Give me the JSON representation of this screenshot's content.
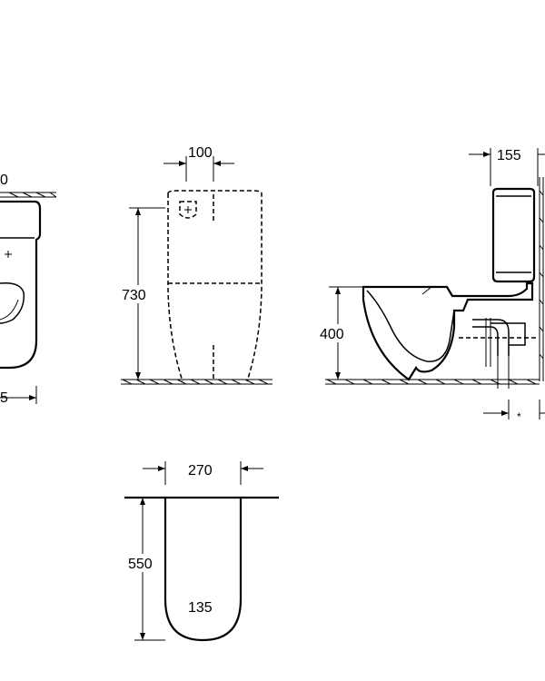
{
  "dimensions": {
    "top_view_width": "0",
    "top_view_depth": "5",
    "side_tank_offset": "100",
    "side_height": "730",
    "section_tank_offset": "155",
    "section_seat_height": "400",
    "section_asterisk": "*",
    "plan_width": "270",
    "plan_depth": "550",
    "plan_radius": "135"
  },
  "colors": {
    "line": "#000000",
    "background": "#ffffff"
  }
}
